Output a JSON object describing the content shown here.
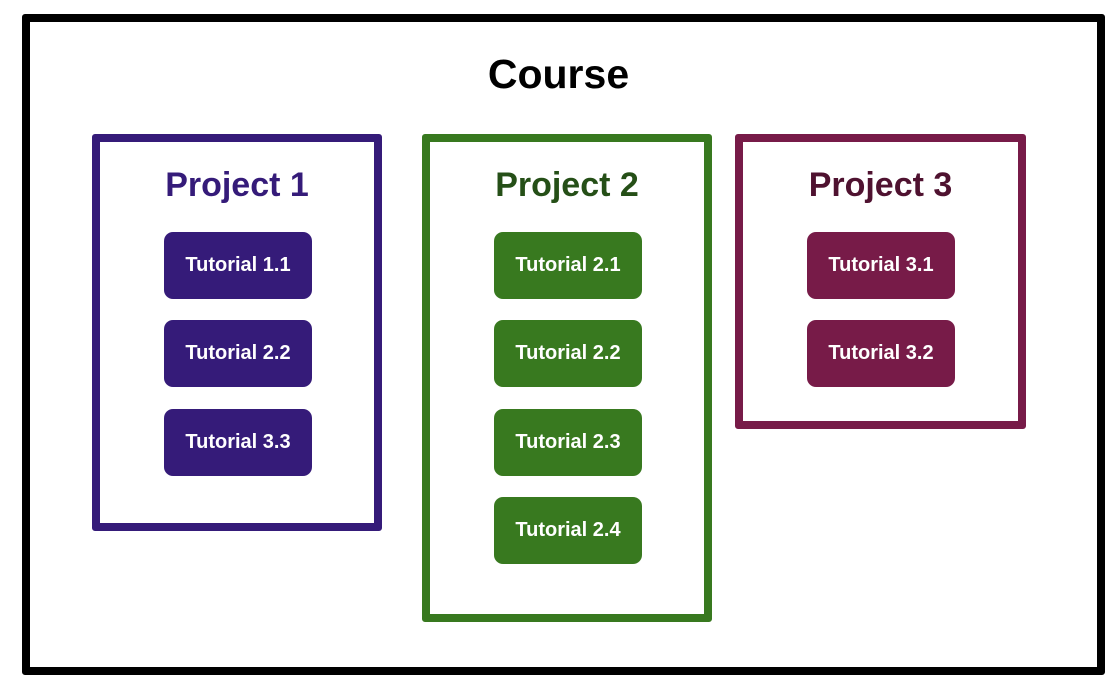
{
  "course": {
    "title": "Course"
  },
  "projects": [
    {
      "title": "Project 1",
      "border_color": "#351b79",
      "title_color": "#351b79",
      "tile_color": "#351b79",
      "tutorials": [
        "Tutorial 1.1",
        "Tutorial 2.2",
        "Tutorial 3.3"
      ]
    },
    {
      "title": "Project 2",
      "border_color": "#38791f",
      "title_color": "#254f17",
      "tile_color": "#38791f",
      "tutorials": [
        "Tutorial 2.1",
        "Tutorial 2.2",
        "Tutorial 2.3",
        "Tutorial 2.4"
      ]
    },
    {
      "title": "Project 3",
      "border_color": "#771b48",
      "title_color": "#4f1230",
      "tile_color": "#771b48",
      "tutorials": [
        "Tutorial 3.1",
        "Tutorial 3.2"
      ]
    }
  ]
}
